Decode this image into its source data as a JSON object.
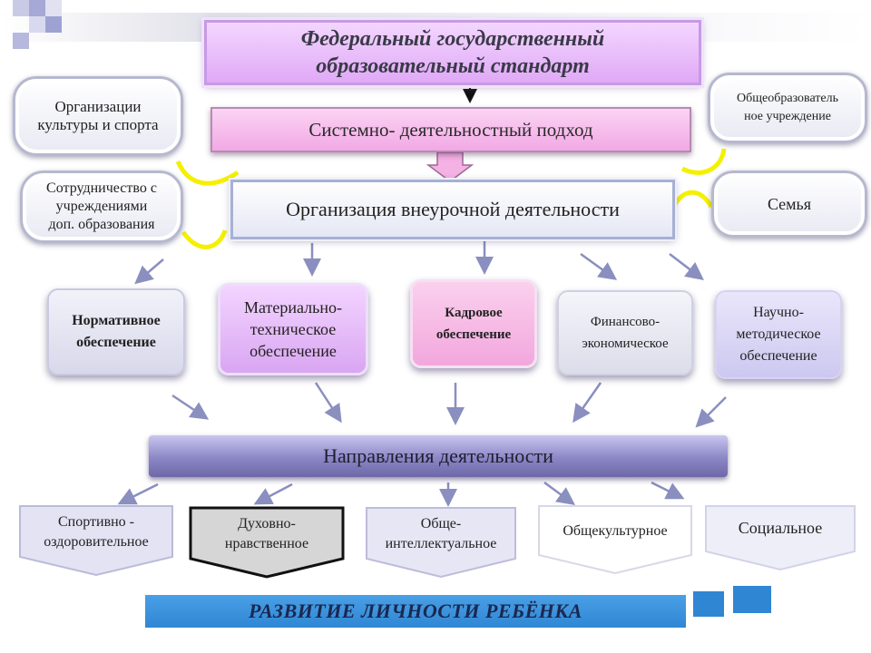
{
  "standard": {
    "title": "Федеральный государственный\nобразовательный стандарт"
  },
  "approach": {
    "title": "Системно- деятельностный подход"
  },
  "extracurricular": {
    "title": "Организация внеурочной деятельности"
  },
  "partners_left": [
    {
      "label": "Организации\nкультуры и спорта"
    },
    {
      "label": "Сотрудничество с\nучреждениями\nдоп. образования"
    }
  ],
  "partners_right": [
    {
      "label": "Общеобразователь\nное учреждение"
    },
    {
      "label": "Семья"
    }
  ],
  "resources": [
    {
      "label": "Нормативное\nобеспечение"
    },
    {
      "label": "Материально-\nтехническое\nобеспечение"
    },
    {
      "label": "Кадровое\nобеспечение"
    },
    {
      "label": "Финансово-\nэкономическое"
    },
    {
      "label": "Научно-\nметодическое\nобеспечение"
    }
  ],
  "directions": {
    "title": "Направления деятельности"
  },
  "areas": [
    {
      "label": "Спортивно -\nоздоровительное"
    },
    {
      "label": "Духовно-\nнравственное"
    },
    {
      "label": "Обще-\nинтеллектуальное"
    },
    {
      "label": "Общекультурное"
    },
    {
      "label": "Социальное"
    }
  ],
  "outcome": {
    "title": "РАЗВИТИЕ ЛИЧНОСТИ РЕБЁНКА"
  },
  "colors": {
    "violet": "#d9a6f2",
    "pink": "#f2a7dd",
    "slate": "#8b86c6",
    "banner_blue": "#2f86d3",
    "yellow_connector": "#f4f000"
  }
}
